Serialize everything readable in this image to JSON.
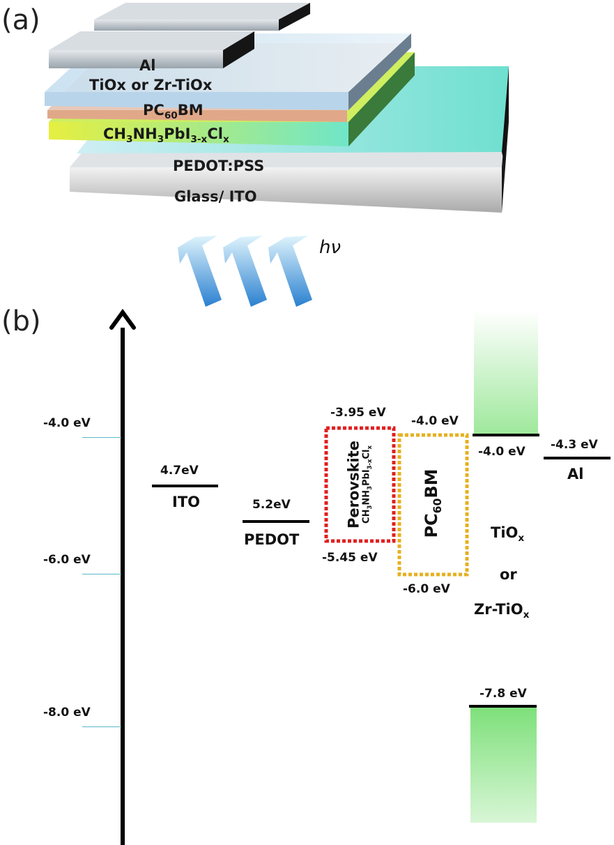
{
  "panels": {
    "a": "(a)",
    "b": "(b)"
  },
  "device_layers": [
    {
      "id": "al",
      "text": "Al"
    },
    {
      "id": "tiox",
      "text": "TiOx or Zr-TiOx"
    },
    {
      "id": "pcbm",
      "pre": "PC",
      "sub": "60",
      "post": "BM"
    },
    {
      "id": "perovskite",
      "text": "CH3NH3PbI3-xClx"
    },
    {
      "id": "pedot",
      "text": "PEDOT:PSS"
    },
    {
      "id": "glass",
      "text": "Glass/ ITO"
    }
  ],
  "light_label": "hν",
  "axis_ticks": [
    "-4.0 eV",
    "-6.0 eV",
    "-8.0 eV"
  ],
  "materials": {
    "ito": {
      "name": "ITO",
      "level": "4.7eV"
    },
    "pedot": {
      "name": "PEDOT",
      "level": "5.2eV"
    },
    "perovskite": {
      "name": "Perovskite",
      "formula": "CH3NH3PbI3-xClx",
      "lumo": "-3.95  eV",
      "homo": "-5.45  eV"
    },
    "pcbm": {
      "pre": "PC",
      "sub": "60",
      "post": "BM",
      "lumo": "-4.0 eV",
      "homo": "-6.0 eV"
    },
    "tiox": {
      "name1": "TiO",
      "sub1": "x",
      "or": "or",
      "name2": "Zr-TiO",
      "sub2": "x",
      "cb": "-4.0  eV",
      "vb": "-7.8  eV"
    },
    "al": {
      "name": "Al",
      "level": "-4.3  eV"
    }
  },
  "colors": {
    "perovskite_box": "#e02020",
    "pcbm_box": "#e6b020",
    "tiox_fill": "#7ee07a",
    "axis_tick": "#5ab8c8",
    "arrow_light": "#3aa0d8"
  }
}
